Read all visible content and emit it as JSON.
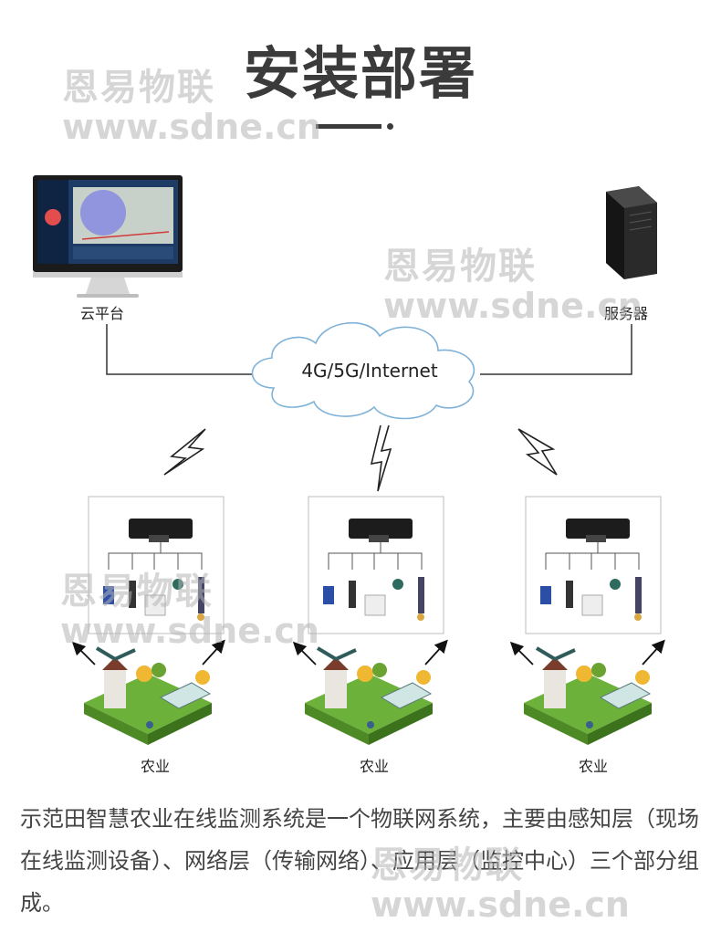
{
  "title": "安装部署",
  "watermark": {
    "brand": "恩易物联",
    "url": "www.sdne.cn"
  },
  "nodes": {
    "cloud_platform": "云平台",
    "server": "服务器",
    "network": "4G/5G/Internet"
  },
  "field_sites": [
    {
      "label": "农业"
    },
    {
      "label": "农业"
    },
    {
      "label": "农业"
    }
  ],
  "description": "示范田智慧农业在线监测系统是一个物联网系统，主要由感知层（现场在线监测设备）、网络层（传输网络）、应用层（监控中心）三个部分组成。"
}
